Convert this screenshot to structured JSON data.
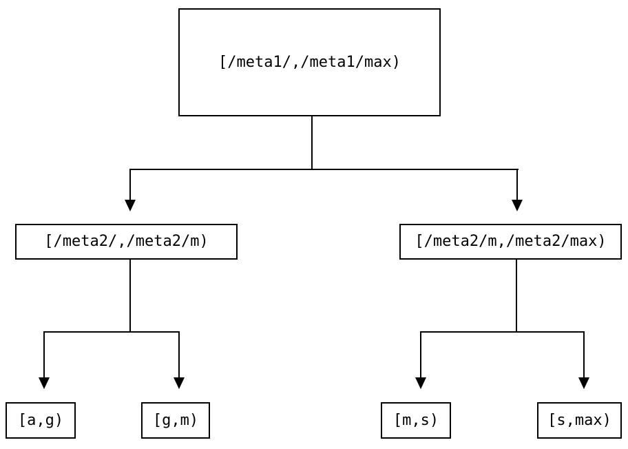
{
  "diagram": {
    "description": "Binary tree of key-range partitions",
    "nodes": {
      "root": "[/meta1/,/meta1/max)",
      "meta2_left": "[/meta2/,/meta2/m)",
      "meta2_right": "[/meta2/m,/meta2/max)",
      "leaf_ag": "[a,g)",
      "leaf_gm": "[g,m)",
      "leaf_ms": "[m,s)",
      "leaf_smax": "[s,max)"
    },
    "colors": {
      "line": "#000000",
      "node_border": "#000000",
      "node_background": "#ffffff",
      "page_background": "#ffffff"
    }
  }
}
